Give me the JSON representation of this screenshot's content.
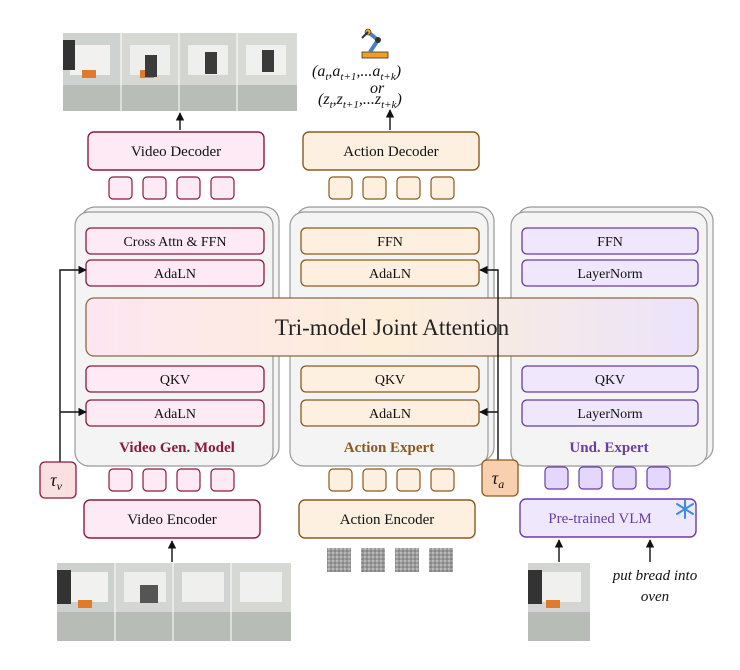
{
  "labels": {
    "video_decoder": "Video Decoder",
    "action_decoder": "Action Decoder",
    "video_encoder": "Video Encoder",
    "action_encoder": "Action Encoder",
    "vlm": "Pre-trained VLM",
    "joint_attention": "Tri-model Joint Attention",
    "cross_attn_ffn": "Cross Attn & FFN",
    "ffn": "FFN",
    "adaln": "AdaLN",
    "layernorm": "LayerNorm",
    "qkv": "QKV",
    "video_gen_model": "Video Gen. Model",
    "action_expert": "Action Expert",
    "und_expert": "Und. Expert",
    "prompt_line1": "put bread into",
    "prompt_line2": "oven",
    "or": "or"
  },
  "colors": {
    "video": "#8b1a3c",
    "action": "#8a5a1c",
    "und": "#6a3ca8",
    "video_fill": "#fdeaf5",
    "action_fill": "#fdf0e0",
    "und_fill": "#efe8fc",
    "tau_v_fill": "#fbe0e2",
    "tau_a_fill": "#f8d0b0"
  },
  "icons": [
    "robot-arm-icon",
    "snowflake-icon",
    "robot-camera-frame"
  ]
}
